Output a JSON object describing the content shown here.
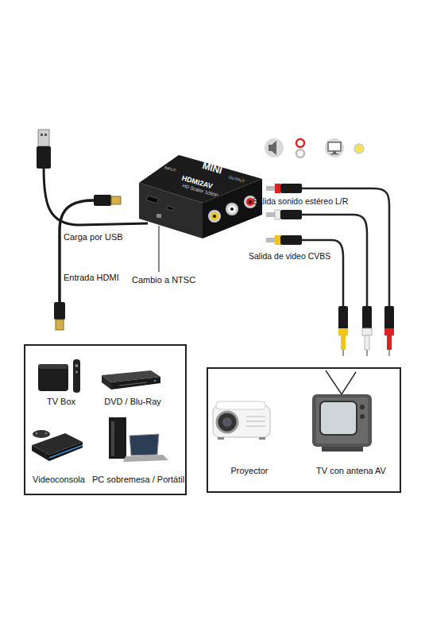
{
  "diagram": {
    "nodes": [
      {
        "text": [
          "MINI",
          "HDMI2AV",
          "HD Scaler 1080P",
          "INPUT",
          "OUTPUT"
        ]
      },
      {
        "text": [
          "TV Box",
          "DVD / Blu-Ray",
          "Videoconsola",
          "PC sobremesa / Portátil"
        ]
      },
      {
        "text": [
          "Proyector",
          "TV con antena AV"
        ]
      }
    ],
    "labels": [
      "Carga por USB",
      "Entrada HDMI",
      "Cambio a NTSC",
      "Salida sonido estéreo L/R",
      "Salida de video CVBS"
    ]
  }
}
